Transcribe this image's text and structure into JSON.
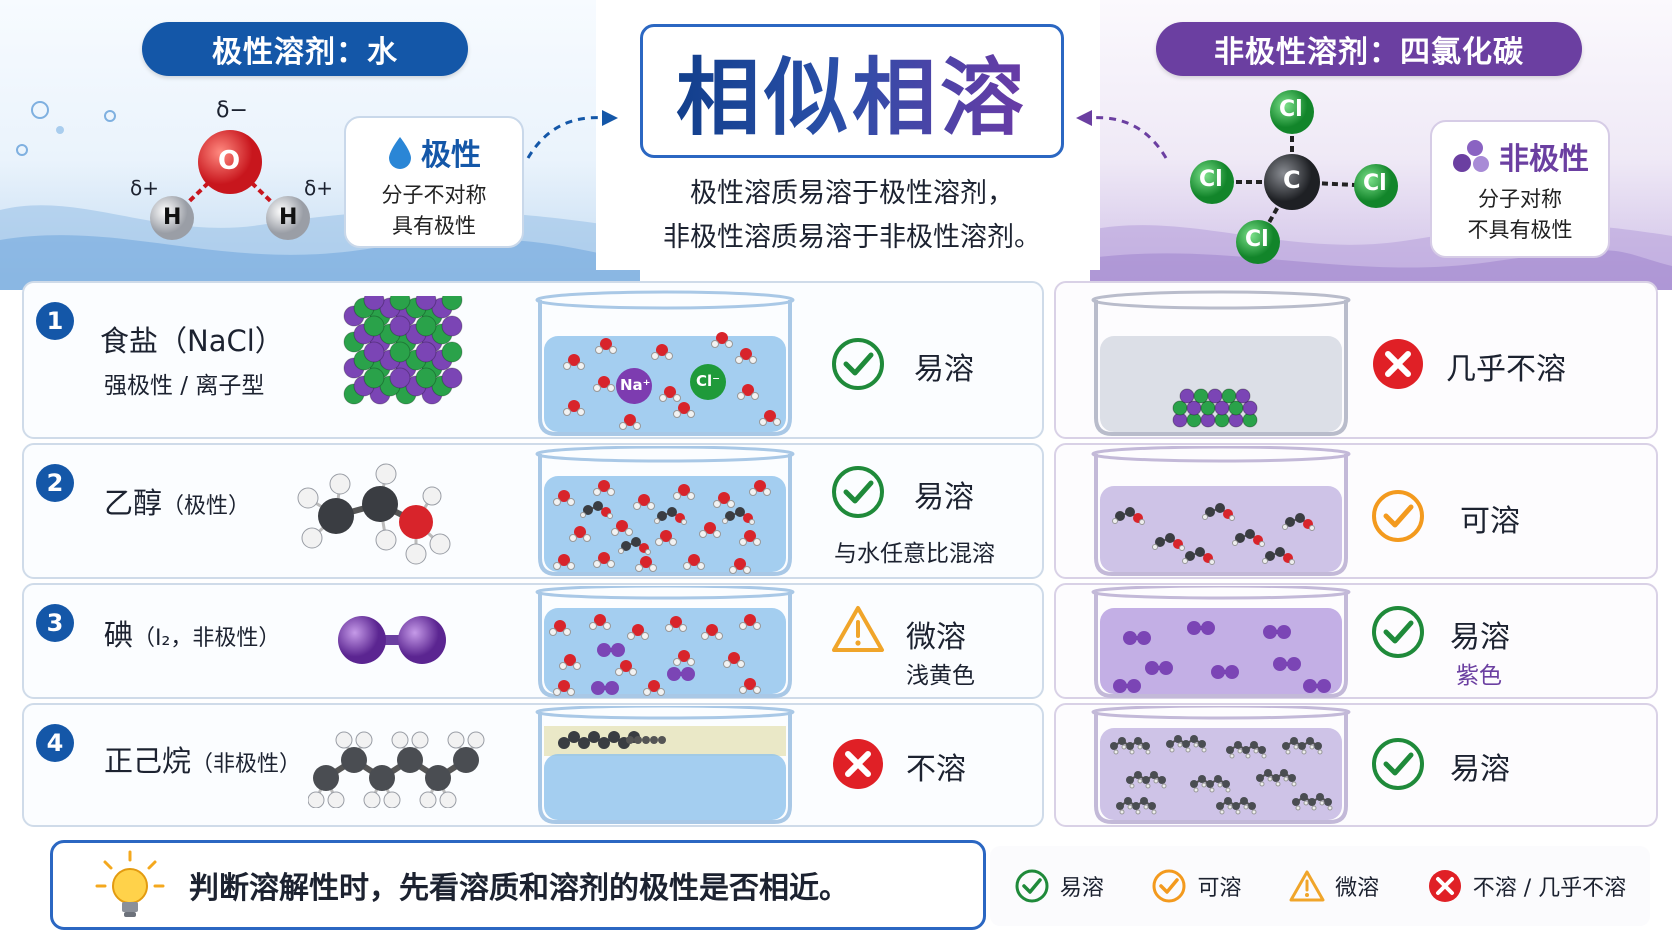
{
  "header": {
    "polar_solvent": "极性溶剂：水",
    "nonpolar_solvent": "非极性溶剂：四氯化碳",
    "title": "相似相溶",
    "subtitle_line1": "极性溶质易溶于极性溶剂，",
    "subtitle_line2": "非极性溶质易溶于非极性溶剂。"
  },
  "water_molecule": {
    "atoms": {
      "o": "O",
      "h": "H"
    },
    "charges": {
      "minus": "δ−",
      "plus": "δ+"
    }
  },
  "ccl4_molecule": {
    "atoms": {
      "c": "C",
      "cl": "Cl"
    }
  },
  "polar_card": {
    "title": "极性",
    "line1": "分子不对称",
    "line2": "具有极性"
  },
  "nonpolar_card": {
    "title": "非极性",
    "line1": "分子对称",
    "line2": "不具有极性"
  },
  "rows": [
    {
      "number": "1",
      "name": "食盐（NaCl）",
      "sub": "强极性 / 离子型",
      "ion_na": "Na⁺",
      "ion_cl": "Cl⁻",
      "water_result": "易溶",
      "water_note": "",
      "ccl4_result": "几乎不溶",
      "ccl4_note": ""
    },
    {
      "number": "2",
      "name": "乙醇",
      "name_small": "（极性）",
      "water_result": "易溶",
      "water_note": "与水任意比混溶",
      "ccl4_result": "可溶",
      "ccl4_note": ""
    },
    {
      "number": "3",
      "name": "碘",
      "name_small": "（I₂，非极性）",
      "water_result": "微溶",
      "water_note": "浅黄色",
      "ccl4_result": "易溶",
      "ccl4_note": "紫色"
    },
    {
      "number": "4",
      "name": "正己烷",
      "name_small": "（非极性）",
      "water_result": "不溶",
      "water_note": "",
      "ccl4_result": "易溶",
      "ccl4_note": ""
    }
  ],
  "tip": "判断溶解性时，先看溶质和溶剂的极性是否相近。",
  "legend": {
    "easy": "易溶",
    "soluble": "可溶",
    "slight": "微溶",
    "insoluble": "不溶 / 几乎不溶"
  },
  "colors": {
    "blue": "#1457a8",
    "purple": "#6b3fa1",
    "check_green": "#1f8a3a",
    "check_orange": "#f39a1e",
    "warn_orange": "#f0a52a",
    "cross_red": "#e02026"
  }
}
